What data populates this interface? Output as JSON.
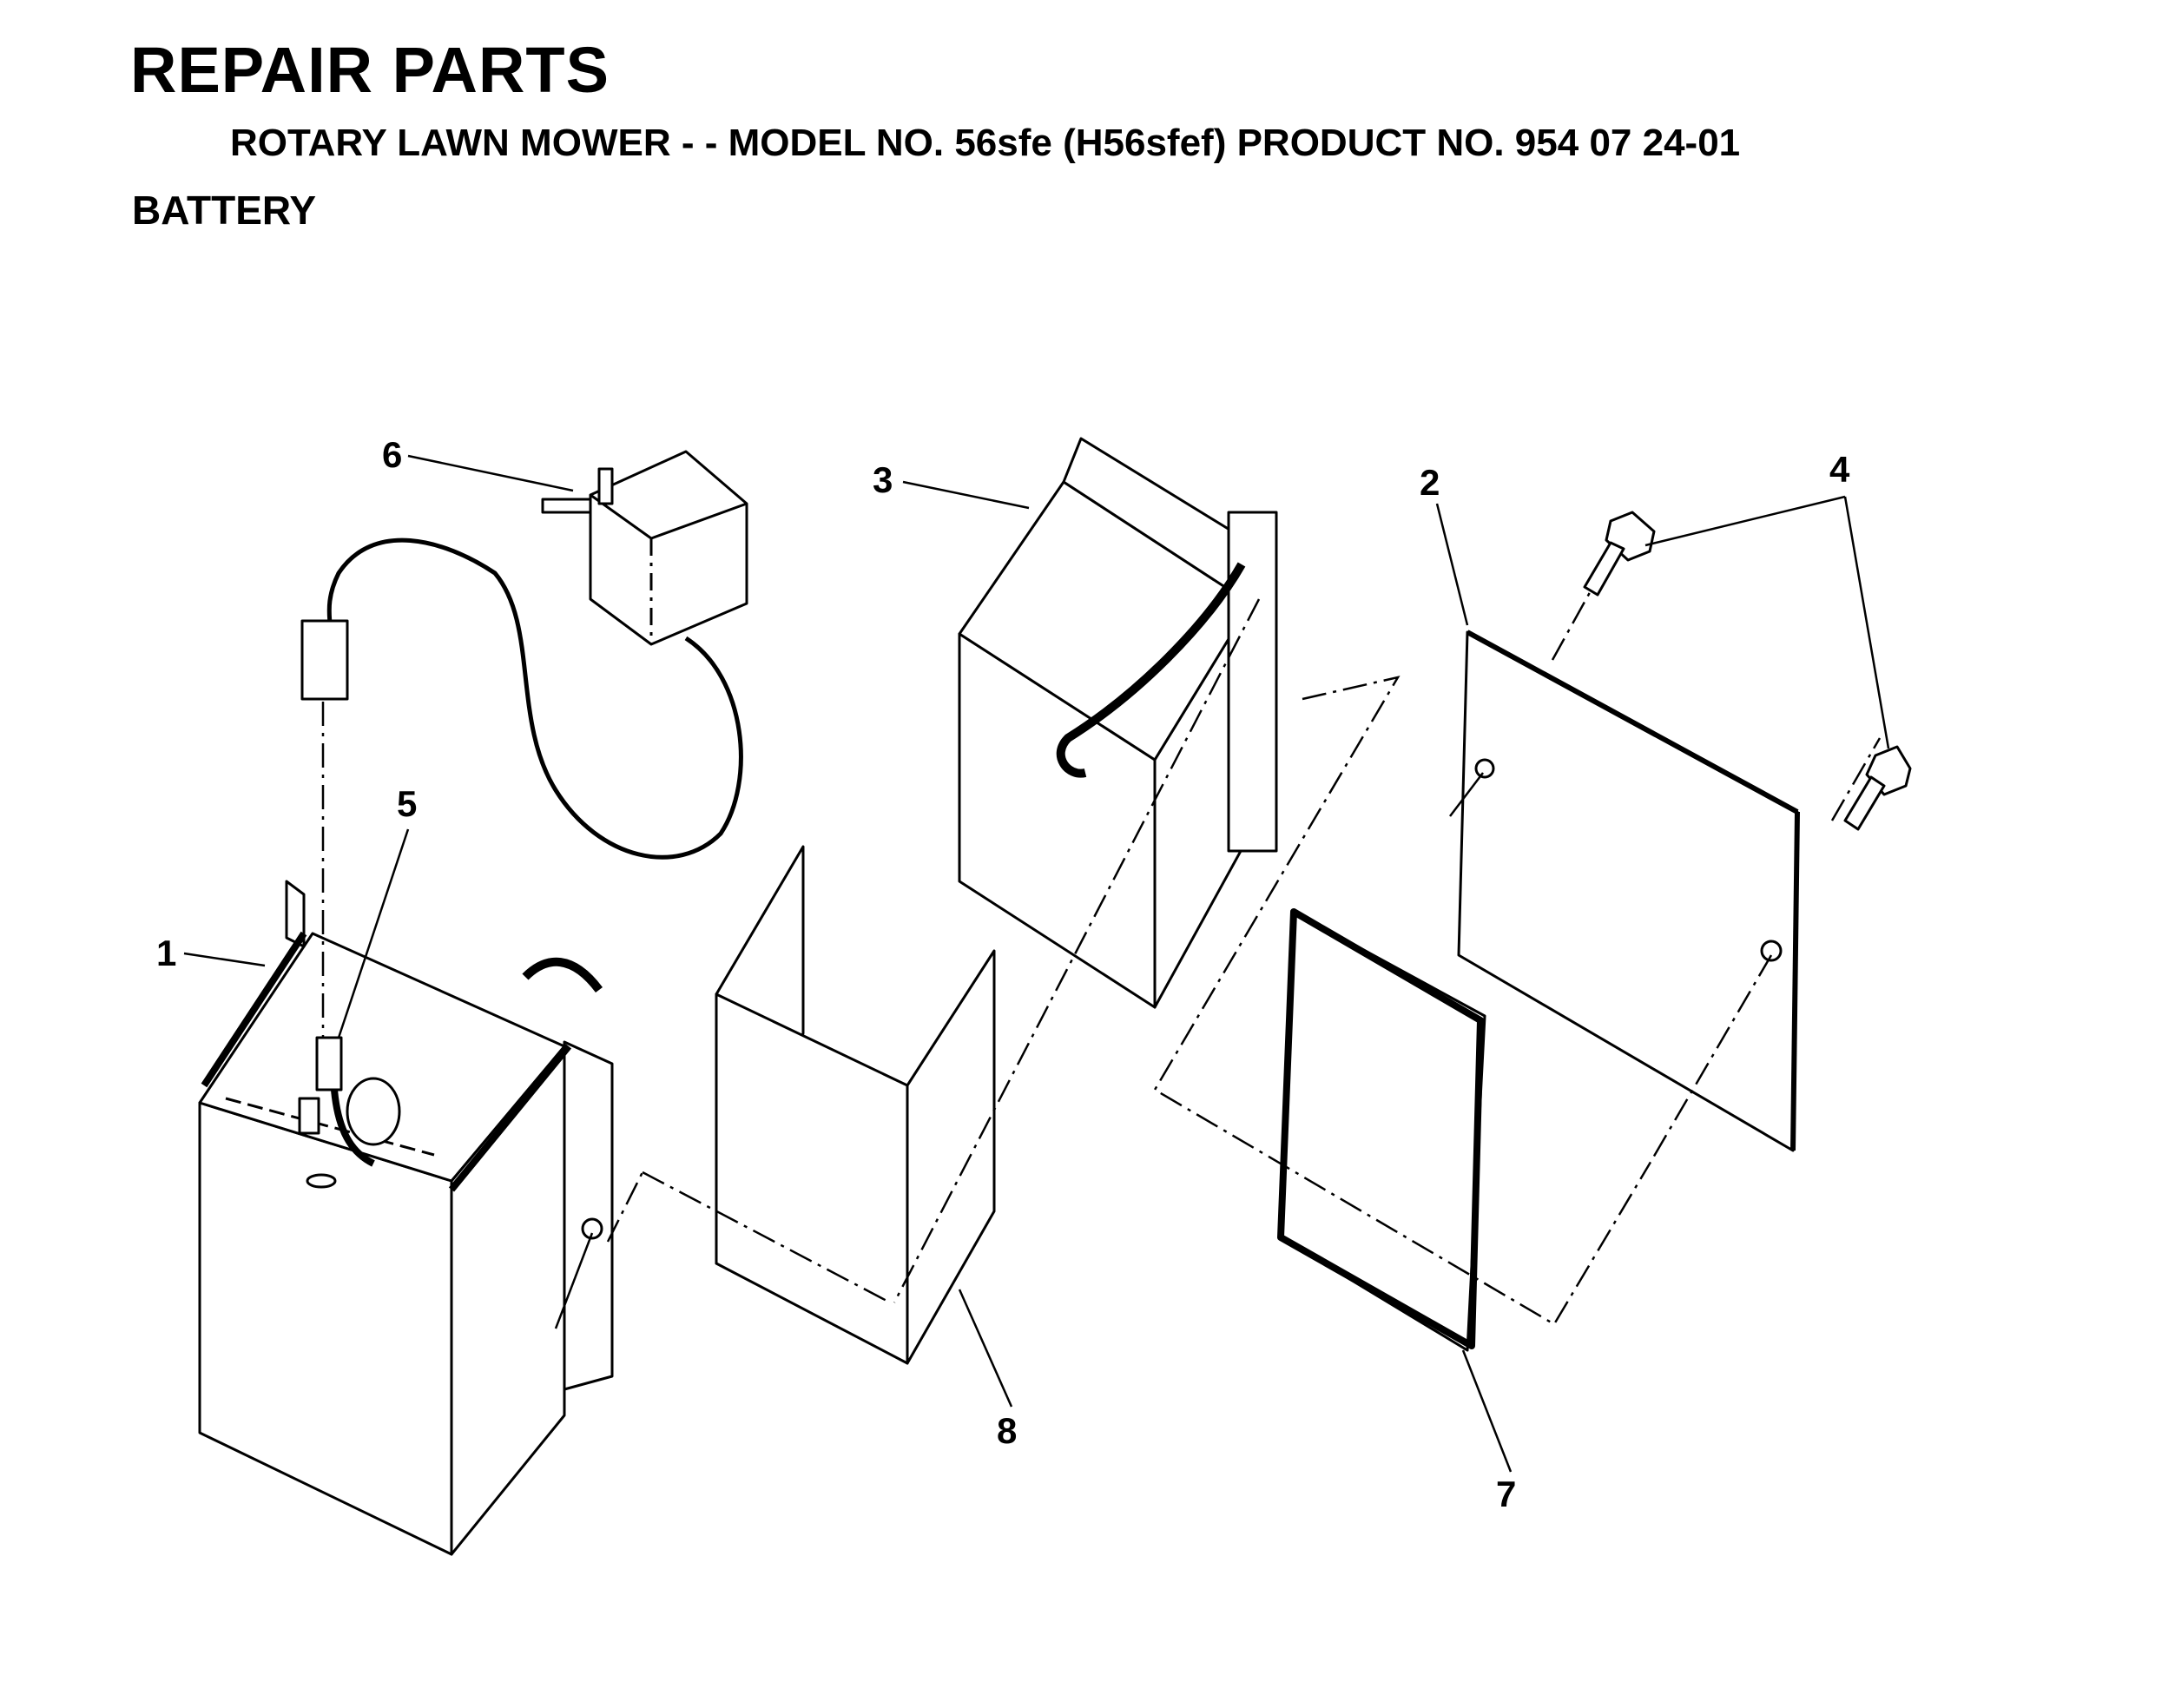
{
  "header": {
    "title": "REPAIR PARTS",
    "subtitle": "ROTARY LAWN MOWER - - MODEL NO. 56sfe (H56sfef) PRODUCT NO. 954 07 24-01",
    "section": "BATTERY"
  },
  "callouts": {
    "c1": "1",
    "c2": "2",
    "c3": "3",
    "c4": "4",
    "c5": "5",
    "c6": "6",
    "c7": "7",
    "c8": "8"
  }
}
